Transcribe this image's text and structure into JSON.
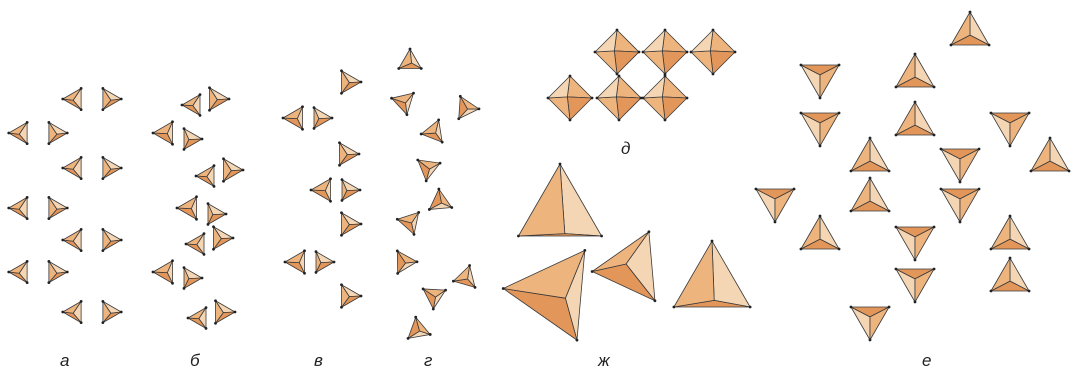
{
  "labels": {
    "a": "а",
    "b": "б",
    "v": "в",
    "g": "г",
    "d": "д",
    "zh": "ж",
    "e": "е"
  },
  "colors": {
    "light": "#f5d6b4",
    "mid": "#eeb47e",
    "dark": "#e3965a",
    "edge": "#3a3a3a",
    "vertex": "#222222"
  }
}
